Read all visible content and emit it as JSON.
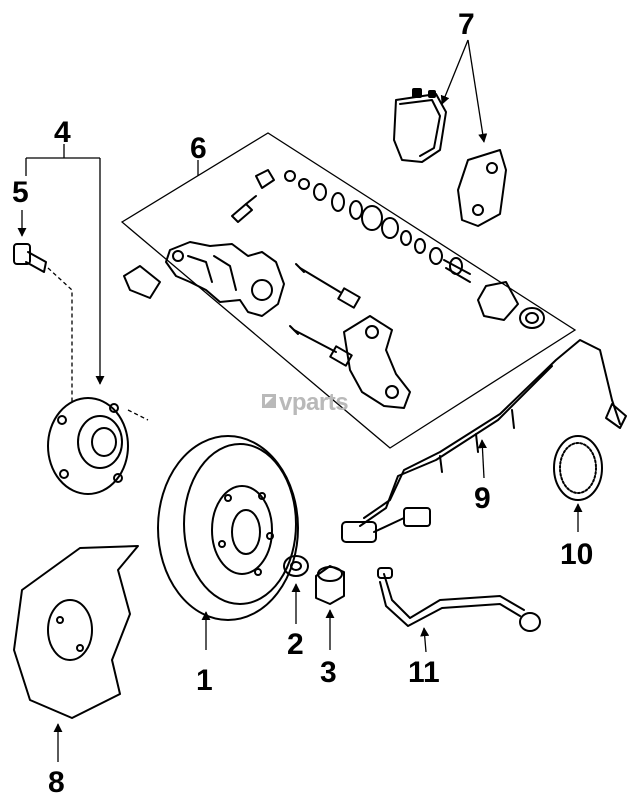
{
  "diagram": {
    "watermark": "vparts",
    "callouts": [
      {
        "id": "c1",
        "label": "1"
      },
      {
        "id": "c2",
        "label": "2"
      },
      {
        "id": "c3",
        "label": "3"
      },
      {
        "id": "c4",
        "label": "4"
      },
      {
        "id": "c5",
        "label": "5"
      },
      {
        "id": "c6",
        "label": "6"
      },
      {
        "id": "c7",
        "label": "7"
      },
      {
        "id": "c8",
        "label": "8"
      },
      {
        "id": "c9",
        "label": "9"
      },
      {
        "id": "c10",
        "label": "10"
      },
      {
        "id": "c11",
        "label": "11"
      }
    ]
  }
}
